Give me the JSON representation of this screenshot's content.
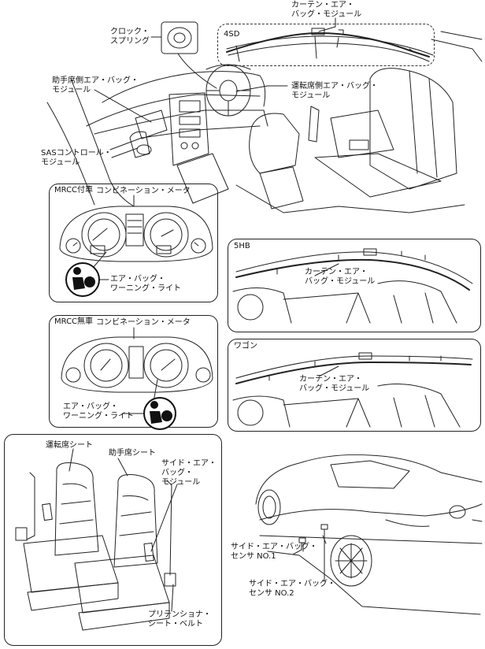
{
  "labels": {
    "clock_spring": [
      "クロック・",
      "スプリング"
    ],
    "curtain_airbag_top": [
      "カーテン・エア・",
      "バッグ・モジュール"
    ],
    "sedan_tag": "4SD",
    "passenger_airbag": [
      "助手席側エア・バッグ・",
      "モジュール"
    ],
    "driver_airbag": [
      "運転席側エア・バッグ・",
      "モジュール"
    ],
    "sas_control": [
      "SASコントロール・",
      "モジュール"
    ],
    "mrcc_with": "MRCC付車",
    "combination_meter_1": "コンビネーション・メータ",
    "warning_light_1": [
      "エア・バッグ・",
      "ワーニング・ライト"
    ],
    "hatch_tag": "5HB",
    "curtain_airbag_5hb": [
      "カーテン・エア・",
      "バッグ・モジュール"
    ],
    "mrcc_without": "MRCC無車",
    "combination_meter_2": "コンビネーション・メータ",
    "warning_light_2": [
      "エア・バッグ・",
      "ワーニング・ライト"
    ],
    "wagon_tag": "ワゴン",
    "curtain_airbag_wagon": [
      "カーテン・エア・",
      "バッグ・モジュール"
    ],
    "driver_seat": "運転席シート",
    "passenger_seat": "助手席シート",
    "side_airbag_module": [
      "サイド・エア・",
      "バッグ・",
      "モジュール"
    ],
    "pretensioner": [
      "プリテンショナ・",
      "シート・ベルト"
    ],
    "side_sensor_1": [
      "サイド・エア・バッグ・",
      "センサ NO.1"
    ],
    "side_sensor_2": [
      "サイド・エア・バッグ・",
      "センサ NO.2"
    ]
  }
}
